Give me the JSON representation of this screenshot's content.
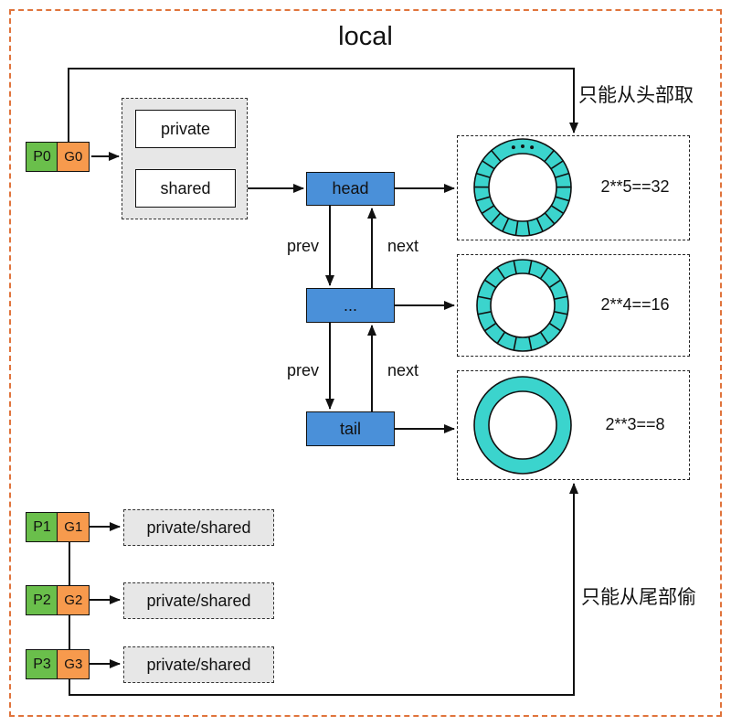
{
  "title": "local",
  "colors": {
    "frame": "#e0743c",
    "p_green": "#6abf4b",
    "g_orange": "#f79a4d",
    "blue": "#4a90d9",
    "gray": "#e7e7e7",
    "ring": "#3bd4cd"
  },
  "processors": {
    "p0": {
      "p": "P0",
      "g": "G0"
    },
    "p1": {
      "p": "P1",
      "g": "G1"
    },
    "p2": {
      "p": "P2",
      "g": "G2"
    },
    "p3": {
      "p": "P3",
      "g": "G3"
    }
  },
  "queue_box": {
    "private": "private",
    "shared": "shared"
  },
  "list": {
    "head": "head",
    "mid": "...",
    "tail": "tail"
  },
  "links": {
    "prev": "prev",
    "next": "next"
  },
  "rings": [
    {
      "label": "2**5==32",
      "ticks": 18,
      "gap_deg": 64,
      "dots": 3
    },
    {
      "label": "2**4==16",
      "ticks": 16,
      "gap_deg": 0,
      "dots": 0
    },
    {
      "label": "2**3==8",
      "ticks": 0,
      "gap_deg": 0,
      "dots": 0
    }
  ],
  "annotations": {
    "take_head": "只能从头部取",
    "steal_tail": "只能从尾部偷"
  },
  "shared_boxes": {
    "label": "private/shared"
  }
}
